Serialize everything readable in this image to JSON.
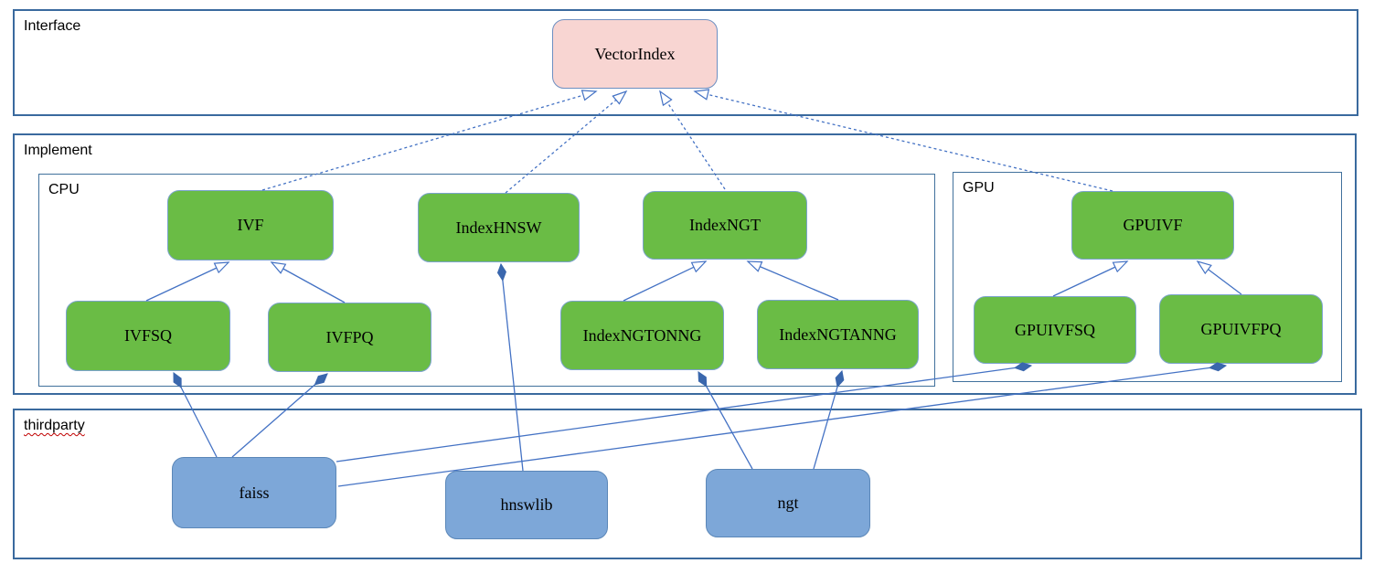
{
  "diagram": {
    "containers": {
      "interface": {
        "label": "Interface"
      },
      "implement": {
        "label": "Implement"
      },
      "cpu": {
        "label": "CPU"
      },
      "gpu": {
        "label": "GPU"
      },
      "thirdparty": {
        "label": "thirdparty"
      }
    },
    "nodes": {
      "vectorindex": {
        "label": "VectorIndex"
      },
      "ivf": {
        "label": "IVF"
      },
      "indexhnsw": {
        "label": "IndexHNSW"
      },
      "indexngt": {
        "label": "IndexNGT"
      },
      "gpuivf": {
        "label": "GPUIVF"
      },
      "ivfsq": {
        "label": "IVFSQ"
      },
      "ivfpq": {
        "label": "IVFPQ"
      },
      "indexngtonng": {
        "label": "IndexNGTONNG"
      },
      "indexngtanng": {
        "label": "IndexNGTANNG"
      },
      "gpuivfsq": {
        "label": "GPUIVFSQ"
      },
      "gpuivfpq": {
        "label": "GPUIVFPQ"
      },
      "faiss": {
        "label": "faiss"
      },
      "hnswlib": {
        "label": "hnswlib"
      },
      "ngt": {
        "label": "ngt"
      }
    },
    "edges": [
      {
        "from": "IVF",
        "to": "VectorIndex",
        "type": "realization-dashed"
      },
      {
        "from": "IndexHNSW",
        "to": "VectorIndex",
        "type": "realization-dashed"
      },
      {
        "from": "IndexNGT",
        "to": "VectorIndex",
        "type": "realization-dashed"
      },
      {
        "from": "GPUIVF",
        "to": "VectorIndex",
        "type": "realization-dashed"
      },
      {
        "from": "IVFSQ",
        "to": "IVF",
        "type": "inheritance"
      },
      {
        "from": "IVFPQ",
        "to": "IVF",
        "type": "inheritance"
      },
      {
        "from": "IndexNGTONNG",
        "to": "IndexNGT",
        "type": "inheritance"
      },
      {
        "from": "IndexNGTANNG",
        "to": "IndexNGT",
        "type": "inheritance"
      },
      {
        "from": "GPUIVFSQ",
        "to": "GPUIVF",
        "type": "inheritance"
      },
      {
        "from": "GPUIVFPQ",
        "to": "GPUIVF",
        "type": "inheritance"
      },
      {
        "from": "faiss",
        "to": "IVFSQ",
        "type": "composition"
      },
      {
        "from": "faiss",
        "to": "IVFPQ",
        "type": "composition"
      },
      {
        "from": "faiss",
        "to": "GPUIVFSQ",
        "type": "composition"
      },
      {
        "from": "faiss",
        "to": "GPUIVFPQ",
        "type": "composition"
      },
      {
        "from": "hnswlib",
        "to": "IndexHNSW",
        "type": "composition"
      },
      {
        "from": "ngt",
        "to": "IndexNGTONNG",
        "type": "composition"
      },
      {
        "from": "ngt",
        "to": "IndexNGTANNG",
        "type": "composition"
      }
    ],
    "colors": {
      "interface_node_fill": "#f8d5d2",
      "implement_node_fill": "#6abc45",
      "thirdparty_node_fill": "#7da7d8",
      "container_border": "#3a6a9e",
      "node_border": "#7ba3cc",
      "connector": "#4472c4",
      "diamond_fill": "#3a67ad",
      "spellcheck_underline": "#c00000"
    }
  }
}
